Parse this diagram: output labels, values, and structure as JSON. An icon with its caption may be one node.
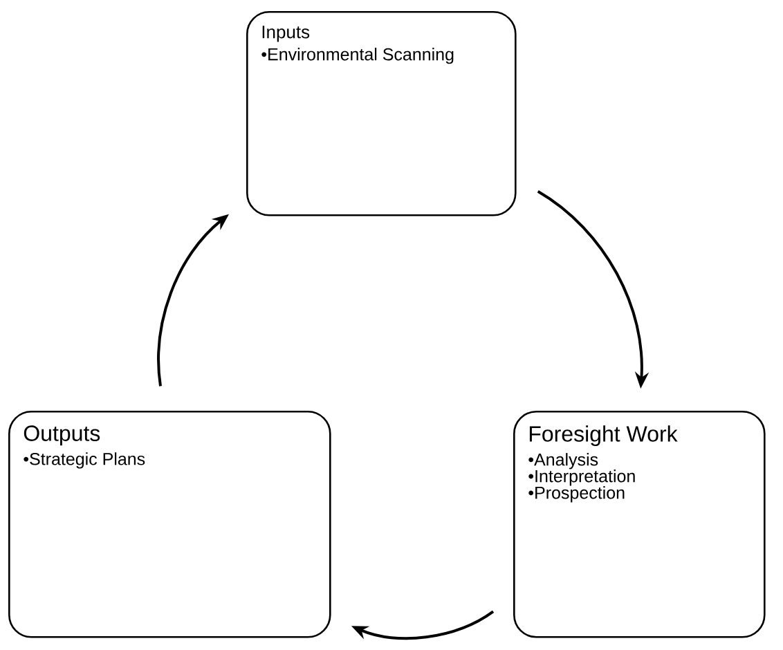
{
  "diagram": {
    "nodes": [
      {
        "text": [
          "Inputs",
          "•Environmental Scanning"
        ]
      },
      {
        "text": [
          "Foresight Work",
          "•Analysis",
          "•Interpretation",
          "•Prospection"
        ]
      },
      {
        "text": [
          "Outputs",
          "•Strategic Plans"
        ]
      }
    ],
    "edges": [
      {
        "from": 0,
        "to": 1,
        "arrow": "to"
      },
      {
        "from": 1,
        "to": 2,
        "arrow": "to"
      },
      {
        "from": 2,
        "to": 0,
        "arrow": "to"
      }
    ]
  }
}
